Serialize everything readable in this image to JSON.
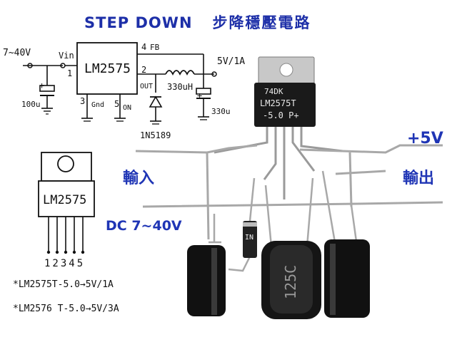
{
  "title": {
    "en": "STEP  DOWN",
    "cn": "步降穩壓電路"
  },
  "schematic": {
    "vin_range": "7~40V",
    "vin_label": "Vin",
    "pin1": "1",
    "chip": "LM2575",
    "pin4": "4",
    "fb": "FB",
    "pin2": "2",
    "out": "OUT",
    "pin3": "3",
    "gnd": "Gnd",
    "pin5": "5",
    "on": "ON",
    "inductor": "330uH",
    "output": "5V/1A",
    "c_in": "100u",
    "c_out": "330u",
    "diode": "1N5189"
  },
  "package": {
    "chip": "LM2575",
    "pins": "12345"
  },
  "notes": [
    "*LM2575T-5.0→5V/1A",
    "*LM2576 T-5.0→5V/3A"
  ],
  "photo": {
    "input_label": "輸入",
    "output_label": "輸出",
    "plus5": "+5V",
    "dc_range": "DC  7~40V",
    "ic_mark1": "74DK",
    "ic_mark2": "LM2575T",
    "ic_mark3": "-5.0  P+",
    "diode_mark": "IN",
    "inductor_mark": "125C"
  }
}
